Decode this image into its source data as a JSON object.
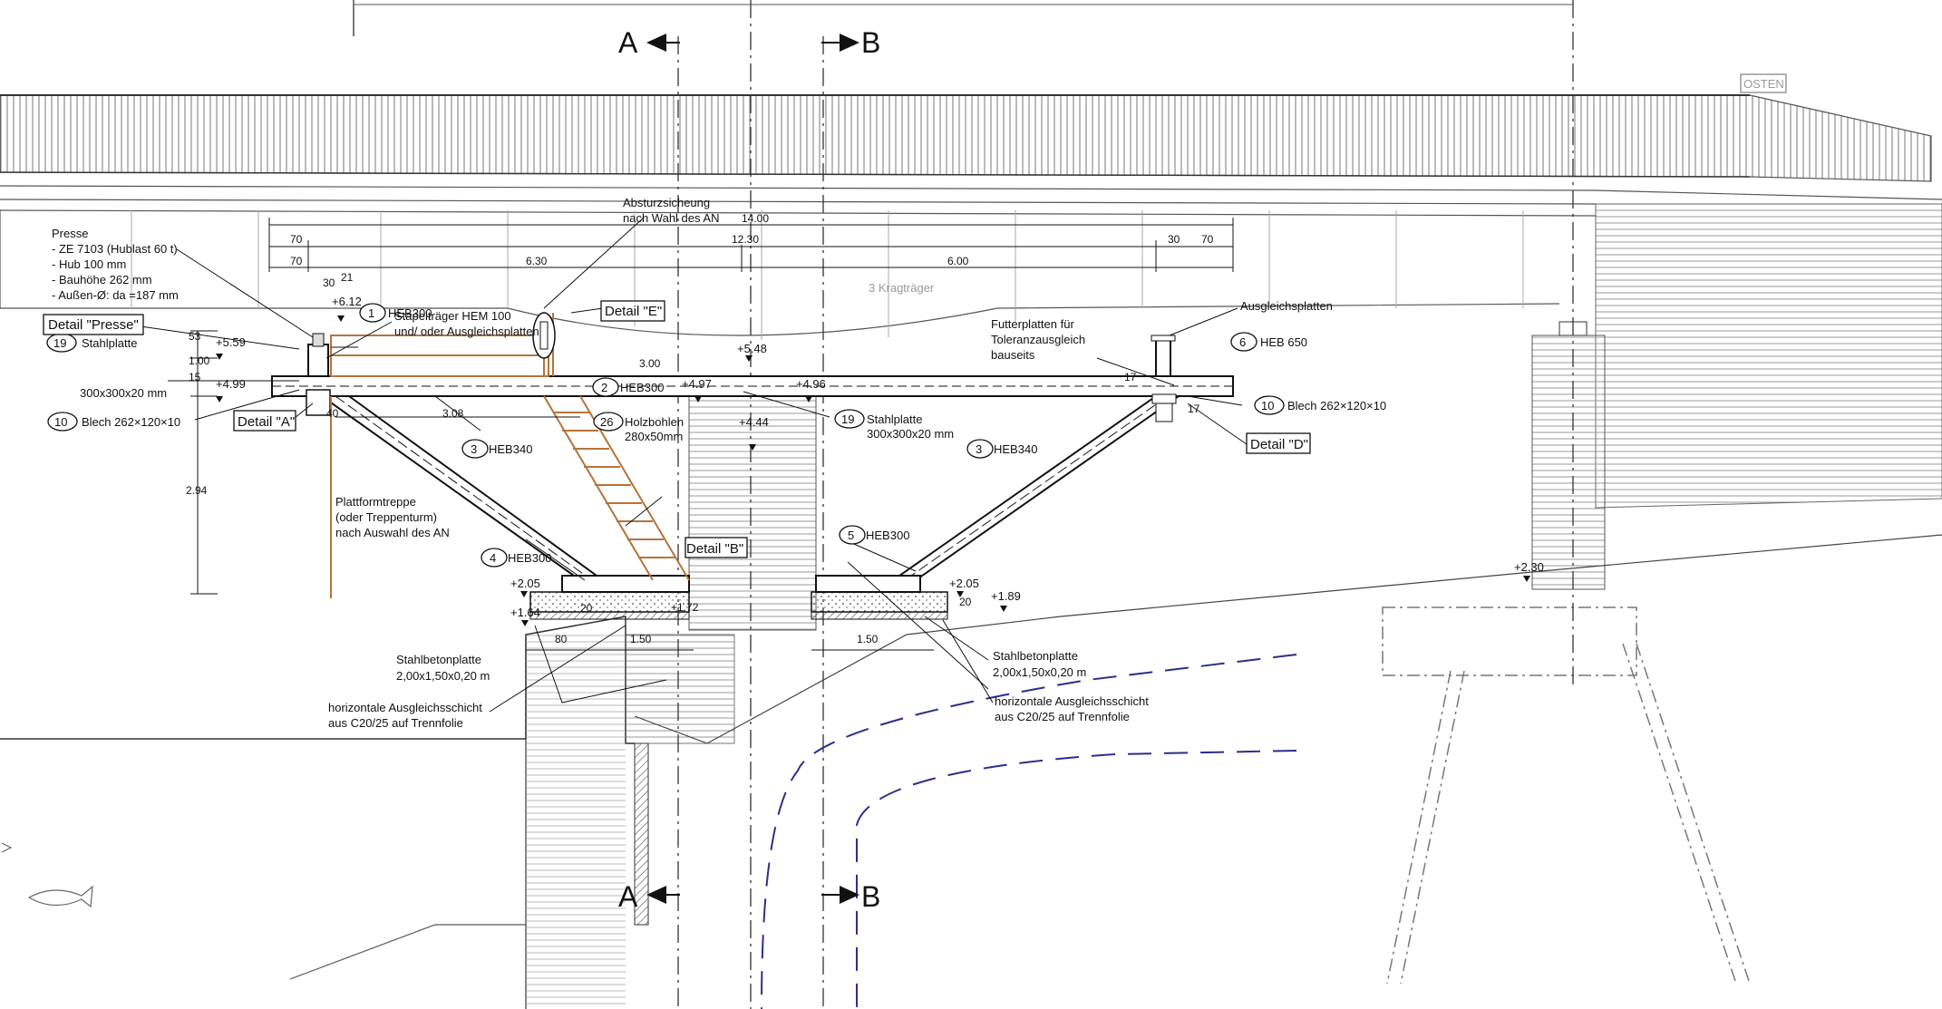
{
  "section_marks": {
    "A_top": "A",
    "B_top": "B",
    "A_bottom": "A",
    "B_bottom": "B"
  },
  "orientation": "OSTEN",
  "dimensions": {
    "d_70a": "70",
    "d_70b": "70",
    "d_1230": "12.30",
    "d_1400": "14.00",
    "d_630": "6.30",
    "d_600": "6.00",
    "d_30a": "30",
    "d_21": "21",
    "d_30b": "30",
    "d_70c": "70",
    "d_53": "53",
    "d_15": "15",
    "d_100": "1.00",
    "d_294": "2.94",
    "d_300": "3.00",
    "d_308": "3.08",
    "d_80": "80",
    "d_150a": "1.50",
    "d_150b": "1.50",
    "d_20a": "20",
    "d_20b": "20",
    "d_40": "40",
    "d_17a": "17",
    "d_17b": "17"
  },
  "levels": {
    "l612": "+6.12",
    "l559": "+5.59",
    "l499": "+4.99",
    "l548": "+5.48",
    "l497": "+4.97",
    "l496": "+4.96",
    "l444": "+4.44",
    "l205a": "+2.05",
    "l205b": "+2.05",
    "l164": "+1.64",
    "l189": "+1.89",
    "l230": "+2.30",
    "l172": "+1.72"
  },
  "presse": {
    "title": "Presse",
    "line1": "- ZE 7103 (Hublast 60 t)",
    "line2": "- Hub 100 mm",
    "line3": "- Bauhöhe 262 mm",
    "line4": "- Außen-Ø: da =187 mm"
  },
  "details": {
    "presse": "Detail \"Presse\"",
    "a": "Detail \"A\"",
    "b": "Detail \"B\"",
    "d": "Detail \"D\"",
    "e": "Detail \"E\""
  },
  "callouts": {
    "c1_num": "1",
    "c1_text": "HEB300",
    "c2_num": "2",
    "c2_text": "HEB300",
    "c3a_num": "3",
    "c3a_text": "HEB340",
    "c3b_num": "3",
    "c3b_text": "HEB340",
    "c4_num": "4",
    "c4_text": "HEB300",
    "c5_num": "5",
    "c5_text": "HEB300",
    "c6_num": "6",
    "c6_text": "HEB 650",
    "c10a_num": "10",
    "c10a_text": "Blech 262×120×10",
    "c10b_num": "10",
    "c10b_text": "Blech 262×120×10",
    "c19a_num": "19",
    "c19a_text1": "Stahlplatte",
    "c19a_text2": "300x300x20 mm",
    "c19b_num": "19",
    "c19b_text1": "Stahlplatte",
    "c19b_text2": "300x300x20 mm",
    "c26_num": "26",
    "c26_text1": "Holzbohlen",
    "c26_text2": "280x50mm"
  },
  "notes": {
    "stapel1": "Stapelträger HEM 100",
    "stapel2": "und/ oder Ausgleichsplatten",
    "absturz1": "Absturzsicheung",
    "absturz2": "nach Wahl des AN",
    "kragtraeger": "3 Kragträger",
    "ausgleich": "Ausgleichsplatten",
    "futter1": "Futterplatten für",
    "futter2": "Toleranzausgleich",
    "futter3": "bauseits",
    "treppe1": "Plattformtreppe",
    "treppe2": "(oder Treppenturm)",
    "treppe3": "nach Auswahl des AN",
    "beton_l1": "Stahlbetonplatte",
    "beton_l2": "2,00x1,50x0,20 m",
    "beton_r1": "Stahlbetonplatte",
    "beton_r2": "2,00x1,50x0,20 m",
    "schicht_l1": "horizontale Ausgleichsschicht",
    "schicht_l2": "aus C20/25 auf Trennfolie",
    "schicht_r1": "horizontale Ausgleichsschicht",
    "schicht_r2": "aus C20/25 auf Trennfolie"
  },
  "colors": {
    "line": "#222222",
    "grey": "#9a9a9a",
    "brown": "#b5733a",
    "blue": "#2a2f8a"
  }
}
